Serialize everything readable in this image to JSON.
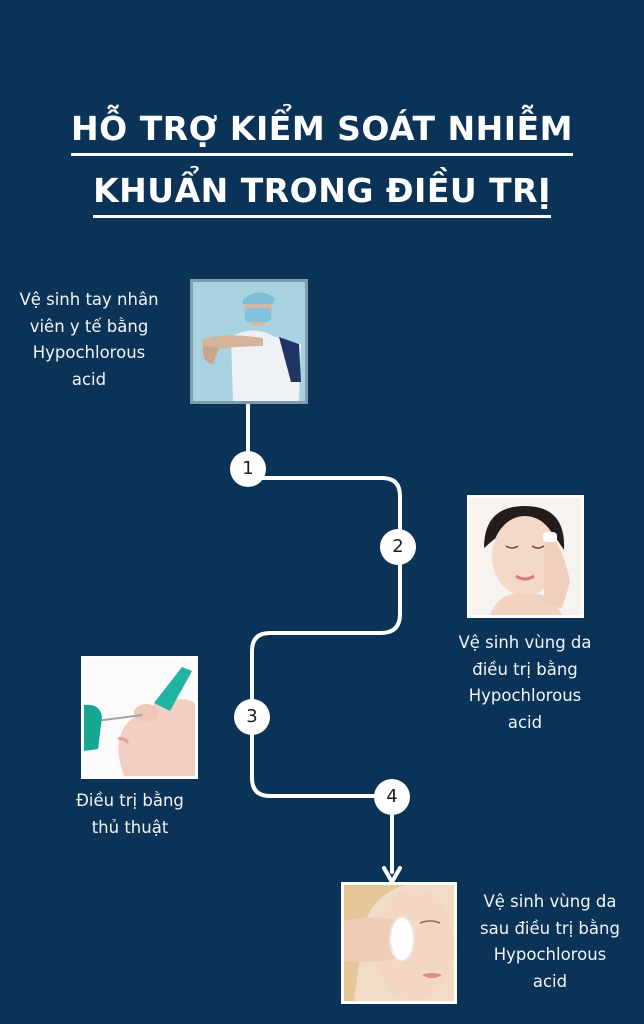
{
  "title": {
    "line1": "HỖ TRỢ KIỂM SOÁT NHIỄM",
    "line2": "KHUẨN TRONG ĐIỀU TRỊ"
  },
  "colors": {
    "background": "#0b3358",
    "connector": "#ffffff",
    "node_fill": "#ffffff",
    "node_text": "#1e1e1e"
  },
  "steps": [
    {
      "number": "1",
      "caption_lines": [
        "Vệ sinh tay nhân",
        "viên y tế bằng",
        "Hypochlorous",
        "acid"
      ],
      "image": "healthcare-worker-hand-hygiene-photo"
    },
    {
      "number": "2",
      "caption_lines": [
        "Vệ sinh vùng da",
        "điều trị bằng",
        "Hypochlorous",
        "acid"
      ],
      "image": "woman-cleansing-face-photo"
    },
    {
      "number": "3",
      "caption_lines": [
        "Điều trị bằng",
        "thủ thuật"
      ],
      "image": "nasal-procedure-photo"
    },
    {
      "number": "4",
      "caption_lines": [
        "Vệ sinh vùng da",
        "sau điều trị bằng",
        "Hypochlorous",
        "acid"
      ],
      "image": "woman-cotton-pad-eye-photo"
    }
  ]
}
